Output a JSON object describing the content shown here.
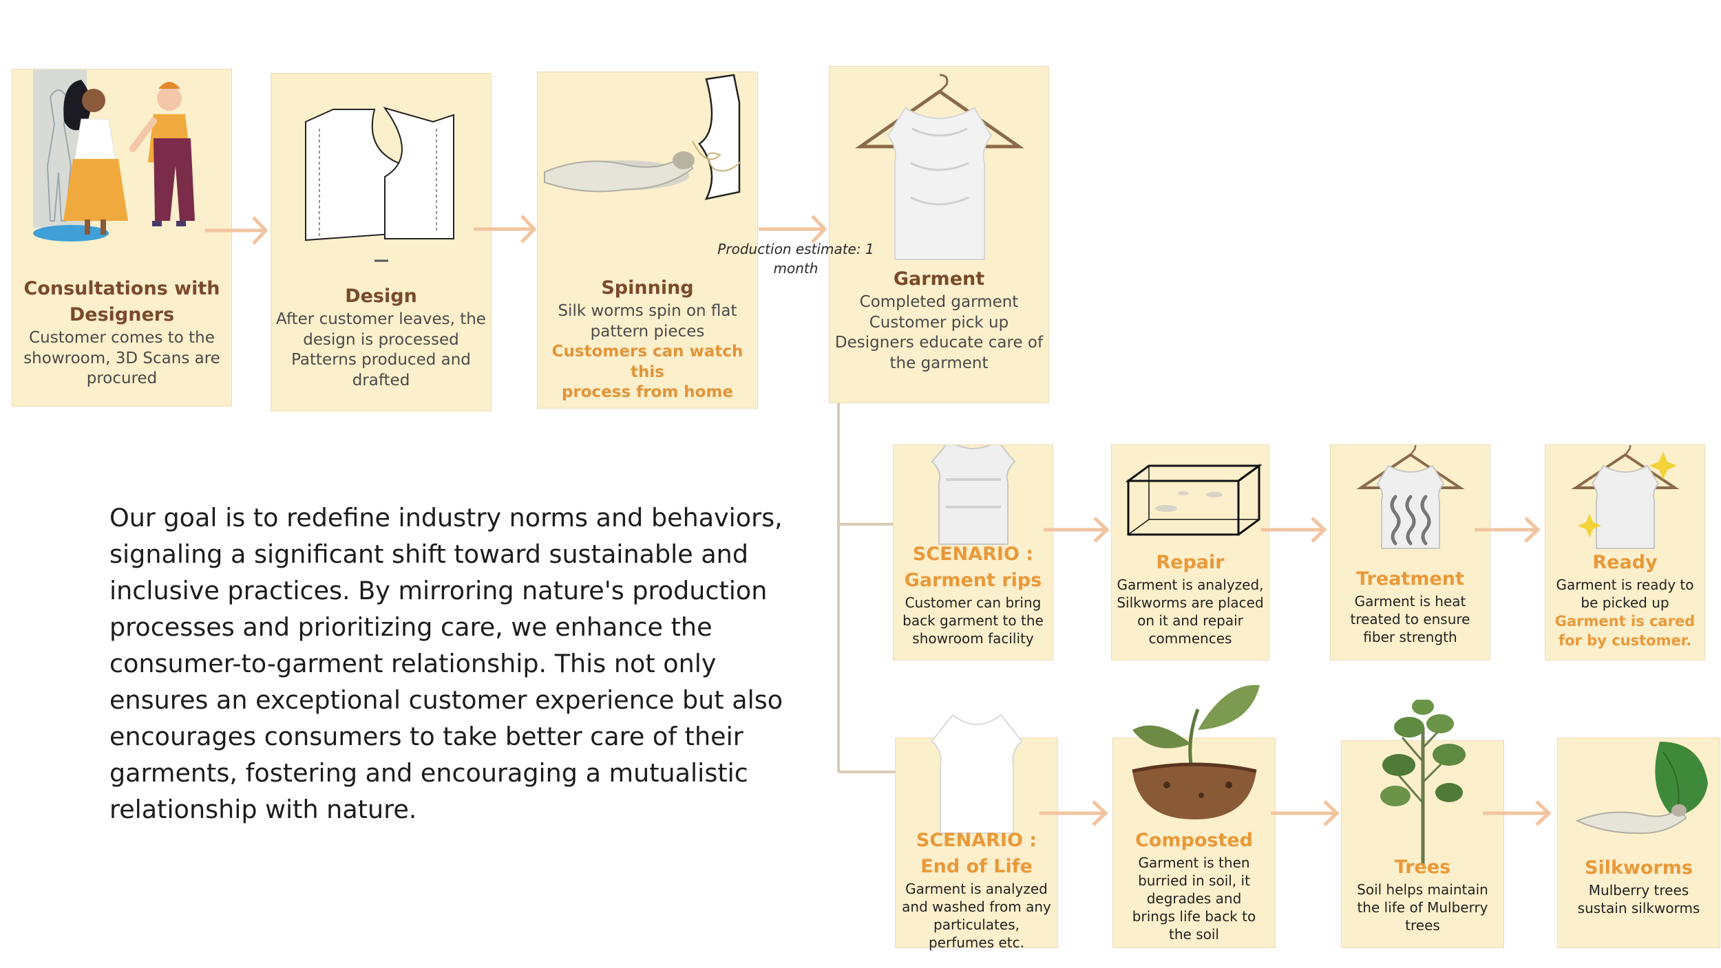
{
  "colors": {
    "card_fill": "#fcefcb",
    "title_brown": "#7a4a2c",
    "title_orange": "#e8993a",
    "arrow": "#f1c4a0"
  },
  "production_note": "Production estimate: 1 month",
  "goal_lines": [
    "Our goal is to redefine industry norms and behaviors,",
    "signaling a significant shift toward sustainable and",
    "inclusive practices. By mirroring nature's production",
    "processes and prioritizing care, we enhance the",
    "consumer-to-garment relationship. This not only",
    "ensures an exceptional customer experience but also",
    "encourages consumers to take better care of their",
    "garments, fostering and encouraging a  mutualistic",
    "relationship with nature."
  ],
  "top_steps": [
    {
      "title_lines": [
        "Consultations with",
        "Designers"
      ],
      "desc_lines": [
        "Customer comes to the",
        "showroom, 3D Scans are",
        "procured"
      ],
      "highlight_lines": []
    },
    {
      "title_lines": [
        "Design"
      ],
      "desc_lines": [
        "After customer leaves, the",
        "design is processed",
        "Patterns produced and",
        "drafted"
      ],
      "highlight_lines": []
    },
    {
      "title_lines": [
        "Spinning"
      ],
      "desc_lines": [
        "Silk worms spin on flat",
        "pattern pieces"
      ],
      "highlight_lines": [
        "Customers can watch this",
        "process from home"
      ]
    },
    {
      "title_lines": [
        "Garment"
      ],
      "desc_lines": [
        "Completed garment",
        "Customer pick up",
        "Designers educate care of",
        "the garment"
      ],
      "highlight_lines": []
    }
  ],
  "repair_row": [
    {
      "title_lines": [
        "SCENARIO :",
        "Garment rips"
      ],
      "desc_lines": [
        "Customer can bring",
        "back garment to the",
        "showroom facility"
      ],
      "highlight_lines": []
    },
    {
      "title_lines": [
        "Repair"
      ],
      "desc_lines": [
        "Garment is analyzed,",
        "Silkworms are placed",
        "on it and repair",
        "commences"
      ],
      "highlight_lines": []
    },
    {
      "title_lines": [
        "Treatment"
      ],
      "desc_lines": [
        "Garment is heat",
        "treated to ensure",
        "fiber strength"
      ],
      "highlight_lines": []
    },
    {
      "title_lines": [
        "Ready"
      ],
      "desc_lines": [
        "Garment is ready to",
        "be picked up"
      ],
      "highlight_lines": [
        "Garment is cared",
        "for by customer."
      ]
    }
  ],
  "end_row": [
    {
      "title_lines": [
        "SCENARIO :",
        "End of Life"
      ],
      "desc_lines": [
        "Garment is analyzed",
        "and washed from any",
        "particulates,",
        "perfumes etc."
      ],
      "highlight_lines": []
    },
    {
      "title_lines": [
        "Composted"
      ],
      "desc_lines": [
        "Garment is then",
        "burried in soil, it",
        "degrades and",
        "brings life back to",
        "the soil"
      ],
      "highlight_lines": []
    },
    {
      "title_lines": [
        "Trees"
      ],
      "desc_lines": [
        "Soil helps maintain",
        "the life of Mulberry",
        "trees"
      ],
      "highlight_lines": []
    },
    {
      "title_lines": [
        "Silkworms"
      ],
      "desc_lines": [
        "Mulberry trees",
        "sustain silkworms"
      ],
      "highlight_lines": []
    }
  ]
}
